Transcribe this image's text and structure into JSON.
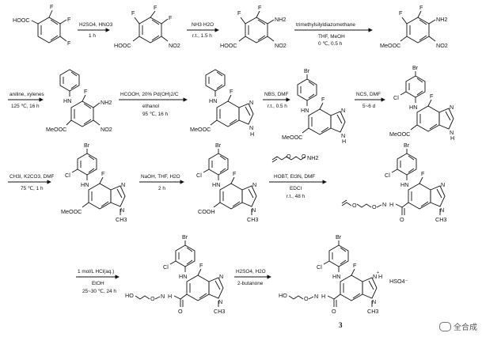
{
  "steps": [
    {
      "id": "s1",
      "reagents": "H2SO4, HNO3",
      "time": "1 h"
    },
    {
      "id": "s2",
      "reagents": "NH3·H2O",
      "time": "r.t., 1.5 h"
    },
    {
      "id": "s3",
      "reagents": "trimethylsilyldiazomethane",
      "solvent": "THF, MeOH",
      "time": "0 ℃, 0.5 h"
    },
    {
      "id": "s4",
      "reagents": "aniline, xylenes",
      "time": "125 ℃, 16 h"
    },
    {
      "id": "s5",
      "reagents": "HCOOH, 20% Pd(OH)2/C",
      "solvent": "ethanol",
      "time": "95 ℃, 16 h"
    },
    {
      "id": "s6",
      "reagents": "NBS, DMF",
      "time": "r.t., 0.5 h"
    },
    {
      "id": "s7",
      "reagents": "NCS, DMF",
      "time": "5~6 d"
    },
    {
      "id": "s8",
      "reagents": "CH3I, K2CO3, DMF",
      "time": "75 ℃, 1 h"
    },
    {
      "id": "s9",
      "reagents": "NaOH, THF, H2O",
      "time": "2 h"
    },
    {
      "id": "s10",
      "reagents": "HOBT, Et3N, DMF",
      "reagent2": "EDCI",
      "time": "r.t., 48 h"
    },
    {
      "id": "s11",
      "reagents": "1 mol/L HCl(aq.)",
      "solvent": "EtOH",
      "time": "25~30 ℃, 24 h"
    },
    {
      "id": "s12",
      "reagents": "H2SO4, H2O",
      "solvent": "2-butanone"
    }
  ],
  "atoms": {
    "F": "F",
    "NH2": "NH2",
    "NO2": "NO2",
    "COOH": "HOOC",
    "COOMe": "MeOOC",
    "NH": "NH",
    "HN": "HN",
    "N": "N",
    "H": "H",
    "Br": "Br",
    "Cl": "Cl",
    "CH3": "CH3",
    "HO": "HO",
    "O": "O",
    "plus": "+",
    "counter": "HSO4⁻",
    "cooh2": "COOH"
  },
  "compound_label": "3",
  "watermark": "全合成"
}
